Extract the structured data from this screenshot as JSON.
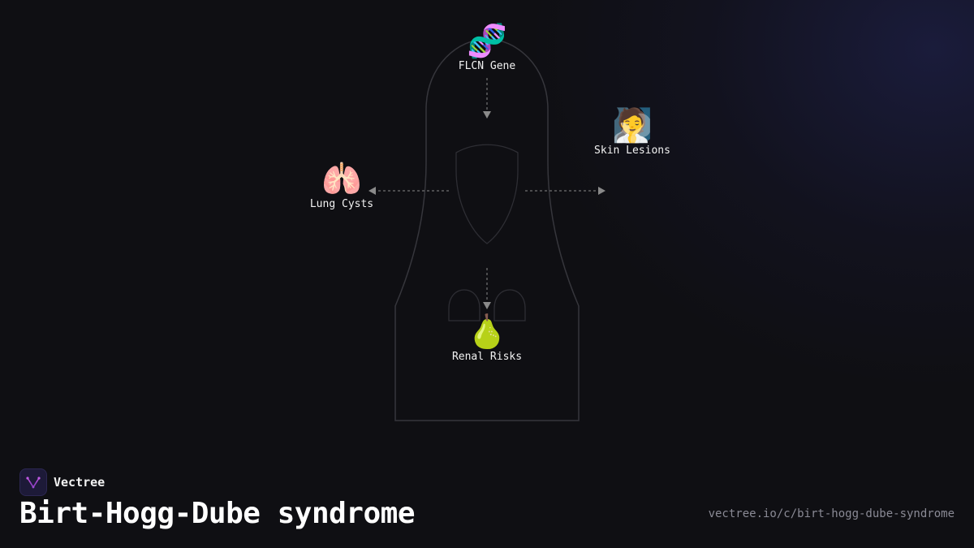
{
  "brand": {
    "name": "Vectree",
    "accent_color": "#b14bd6",
    "logo_icon": "vectree-logo-icon"
  },
  "title": "Birt-Hogg-Dube syndrome",
  "url": "vectree.io/c/birt-hogg-dube-syndrome",
  "diagram": {
    "nodes": [
      {
        "id": "flcn-gene",
        "label": "FLCN Gene",
        "icon": "dna-icon",
        "emoji": "🧬"
      },
      {
        "id": "skin-lesions",
        "label": "Skin Lesions",
        "icon": "person-skin-care-icon",
        "emoji": "🧖"
      },
      {
        "id": "lung-cysts",
        "label": "Lung Cysts",
        "icon": "lungs-icon",
        "emoji": "🫁"
      },
      {
        "id": "renal-risks",
        "label": "Renal Risks",
        "icon": "pear-icon",
        "emoji": "🍐"
      }
    ],
    "colors": {
      "background": "#0f0f13",
      "outline": "#3a3a40",
      "arrow": "#8a8a8a"
    }
  }
}
